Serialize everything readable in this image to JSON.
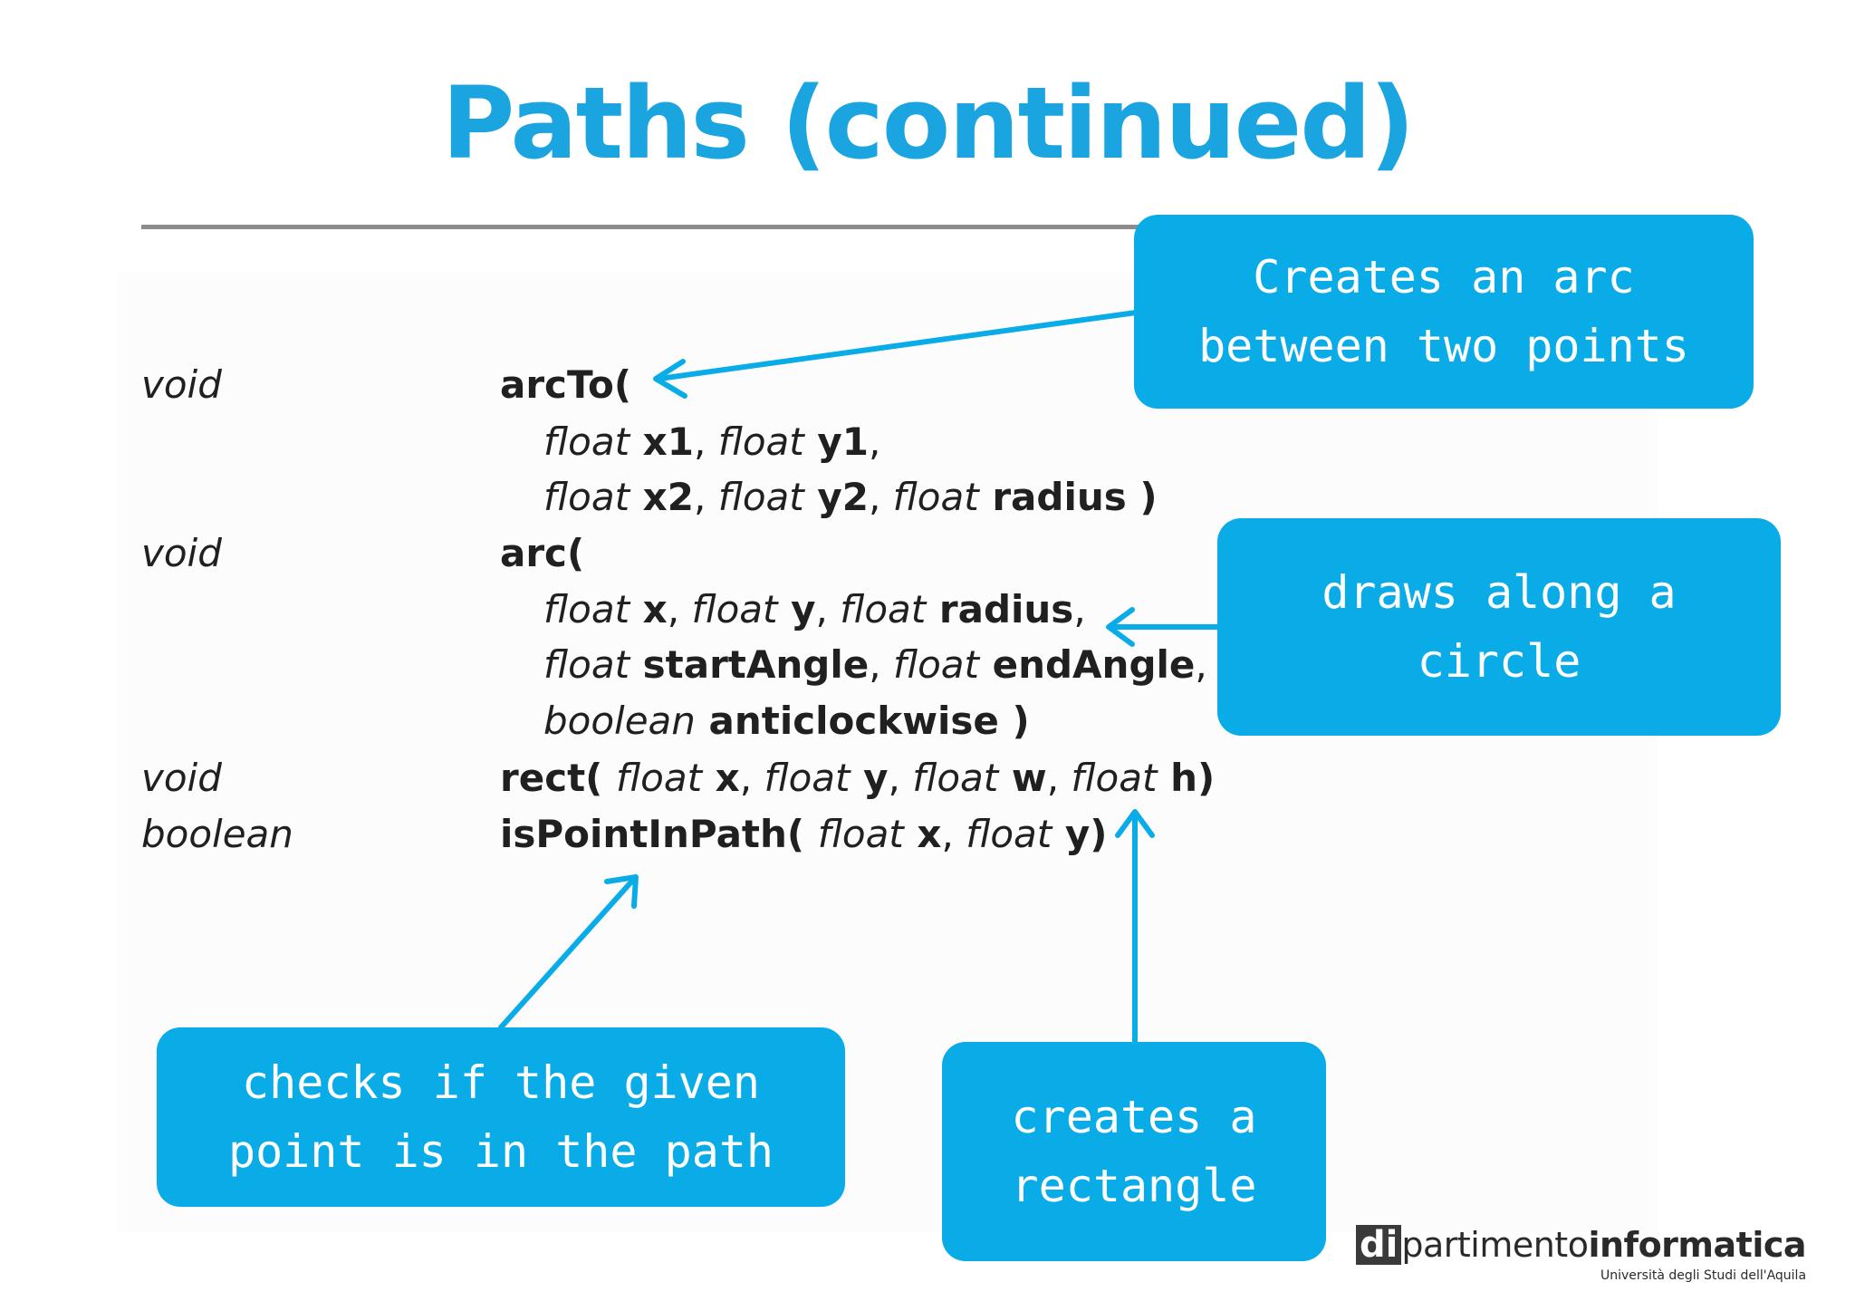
{
  "slide": {
    "title": "Paths (continued)"
  },
  "api": {
    "rows": [
      {
        "type": "void",
        "lines": [
          [
            {
              "t": "arcTo(",
              "s": "b"
            }
          ],
          [
            {
              "t": "float",
              "s": "i"
            },
            {
              "t": " x1",
              "s": "b"
            },
            {
              "t": ", ",
              "s": "n"
            },
            {
              "t": "float",
              "s": "i"
            },
            {
              "t": " y1",
              "s": "b"
            },
            {
              "t": ",",
              "s": "n"
            }
          ],
          [
            {
              "t": "float",
              "s": "i"
            },
            {
              "t": " x2",
              "s": "b"
            },
            {
              "t": ", ",
              "s": "n"
            },
            {
              "t": "float",
              "s": "i"
            },
            {
              "t": " y2",
              "s": "b"
            },
            {
              "t": ", ",
              "s": "n"
            },
            {
              "t": "float",
              "s": "i"
            },
            {
              "t": " radius )",
              "s": "b"
            }
          ]
        ]
      },
      {
        "type": "void",
        "lines": [
          [
            {
              "t": "arc(",
              "s": "b"
            }
          ],
          [
            {
              "t": "float",
              "s": "i"
            },
            {
              "t": " x",
              "s": "b"
            },
            {
              "t": ", ",
              "s": "n"
            },
            {
              "t": "float",
              "s": "i"
            },
            {
              "t": " y",
              "s": "b"
            },
            {
              "t": ", ",
              "s": "n"
            },
            {
              "t": "float",
              "s": "i"
            },
            {
              "t": " radius",
              "s": "b"
            },
            {
              "t": ",",
              "s": "n"
            }
          ],
          [
            {
              "t": "float",
              "s": "i"
            },
            {
              "t": " startAngle",
              "s": "b"
            },
            {
              "t": ", ",
              "s": "n"
            },
            {
              "t": "float",
              "s": "i"
            },
            {
              "t": " endAngle",
              "s": "b"
            },
            {
              "t": ",",
              "s": "n"
            }
          ],
          [
            {
              "t": "boolean",
              "s": "i"
            },
            {
              "t": " anticlockwise )",
              "s": "b"
            }
          ]
        ]
      },
      {
        "type": "void",
        "lines": [
          [
            {
              "t": "rect( ",
              "s": "b"
            },
            {
              "t": "float",
              "s": "i"
            },
            {
              "t": " x",
              "s": "b"
            },
            {
              "t": ", ",
              "s": "n"
            },
            {
              "t": "float",
              "s": "i"
            },
            {
              "t": " y",
              "s": "b"
            },
            {
              "t": ", ",
              "s": "n"
            },
            {
              "t": "float",
              "s": "i"
            },
            {
              "t": " w",
              "s": "b"
            },
            {
              "t": ", ",
              "s": "n"
            },
            {
              "t": "float",
              "s": "i"
            },
            {
              "t": " h)",
              "s": "b"
            }
          ]
        ]
      },
      {
        "type": "boolean",
        "lines": [
          [
            {
              "t": "isPointInPath( ",
              "s": "b"
            },
            {
              "t": "float",
              "s": "i"
            },
            {
              "t": " x",
              "s": "b"
            },
            {
              "t": ", ",
              "s": "n"
            },
            {
              "t": "float",
              "s": "i"
            },
            {
              "t": " y)",
              "s": "b"
            }
          ]
        ]
      }
    ]
  },
  "callouts": {
    "arc_to": "Creates an arc between two points",
    "arc": "draws along a circle",
    "is_point_in_path": "checks if the given point is in the path",
    "rect": "creates a rectangle"
  },
  "colors": {
    "title": "#1aa5e0",
    "callout": "#0aace8",
    "arrow": "#0aace8",
    "rule": "#8c8c8c"
  },
  "logo": {
    "di": "di",
    "partimento": "partimento",
    "informatica": "informatica",
    "subtitle": "Università degli Studi dell'Aquila"
  }
}
